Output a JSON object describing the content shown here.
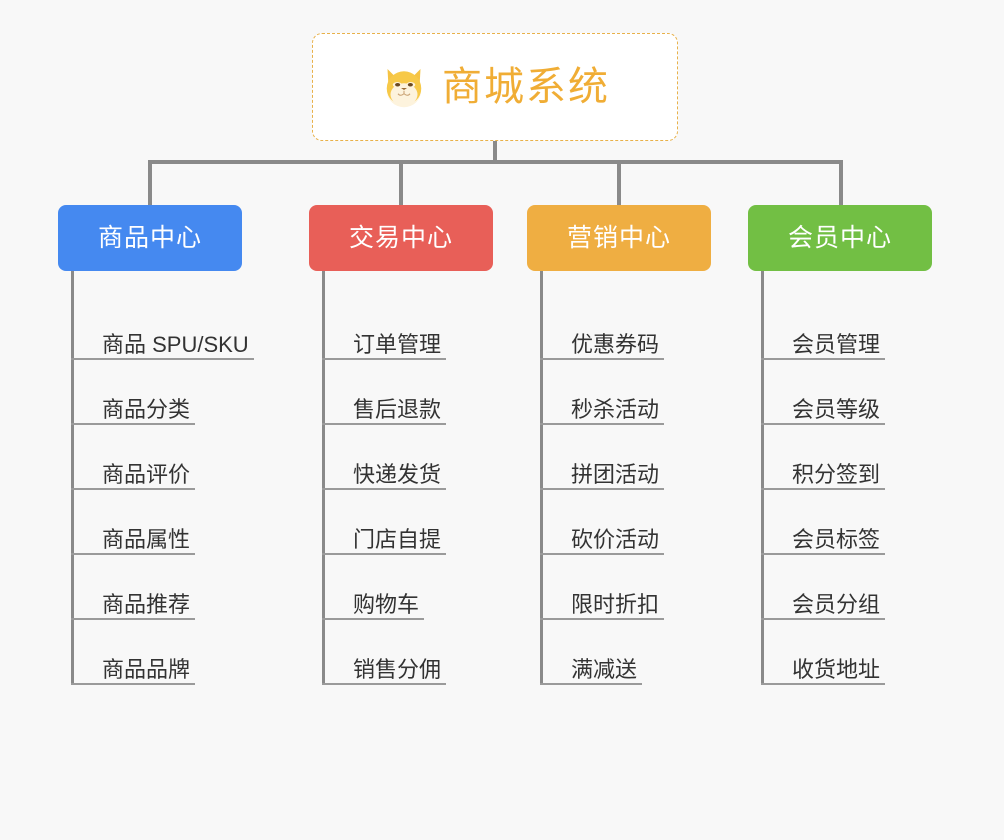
{
  "page": {
    "background_color": "#f8f8f8",
    "connector_color": "#8a8a8a",
    "leaf_text_color": "#333333",
    "leaf_rule_color": "#9a9a9a"
  },
  "root": {
    "title": "商城系统",
    "icon": "dog-face-icon",
    "text_color": "#f0ad35",
    "border_color": "#e8b14a",
    "background_color": "#ffffff"
  },
  "branches": [
    {
      "header": "商品中心",
      "color": "#4589f0",
      "leaves": [
        "商品 SPU/SKU",
        "商品分类",
        "商品评价",
        "商品属性",
        "商品推荐",
        "商品品牌"
      ]
    },
    {
      "header": "交易中心",
      "color": "#e85f58",
      "leaves": [
        "订单管理",
        "售后退款",
        "快递发货",
        "门店自提",
        "购物车",
        "销售分佣"
      ]
    },
    {
      "header": "营销中心",
      "color": "#efae42",
      "leaves": [
        "优惠券码",
        "秒杀活动",
        "拼团活动",
        "砍价活动",
        "限时折扣",
        "满减送"
      ]
    },
    {
      "header": "会员中心",
      "color": "#72bf44",
      "leaves": [
        "会员管理",
        "会员等级",
        "积分签到",
        "会员标签",
        "会员分组",
        "收货地址"
      ]
    }
  ]
}
